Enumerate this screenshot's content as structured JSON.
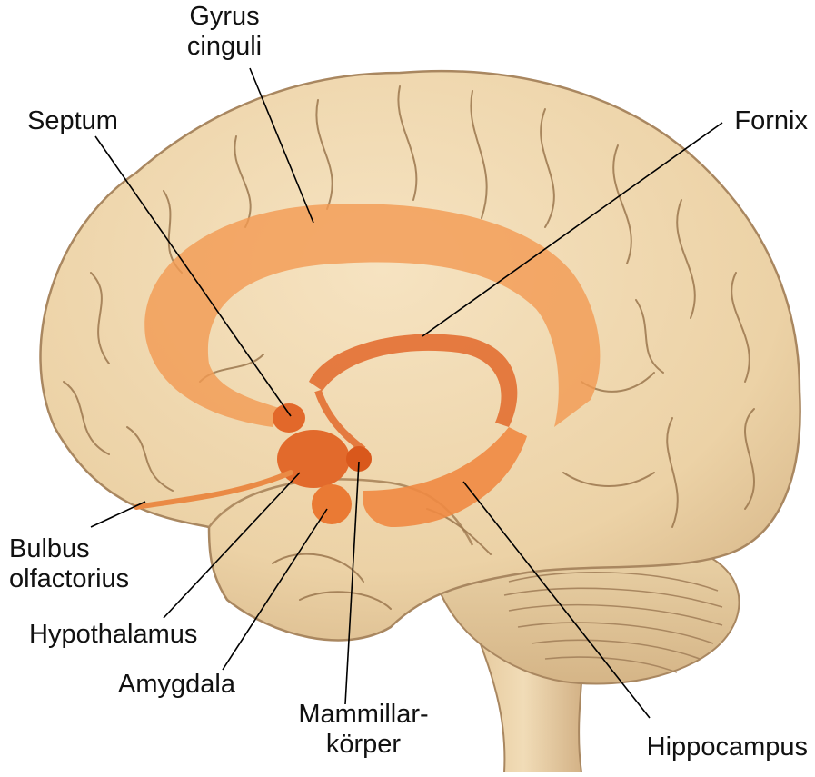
{
  "labels": {
    "gyrus_cinguli": [
      "Gyrus",
      "cinguli"
    ],
    "septum": "Septum",
    "fornix": "Fornix",
    "bulbus_olfactorius": [
      "Bulbus",
      "olfactorius"
    ],
    "hypothalamus": "Hypothalamus",
    "amygdala": "Amygdala",
    "mammillarkoerper": [
      "Mammillar-",
      "körper"
    ],
    "hippocampus": "Hippocampus"
  },
  "colors": {
    "brain_fill": "#efd7ae",
    "brain_shadow": "#c9a779",
    "sulcus": "#8e6b45",
    "limbic": "#f39a52",
    "limbic_dark": "#e2682a",
    "leader_line": "#000000"
  }
}
